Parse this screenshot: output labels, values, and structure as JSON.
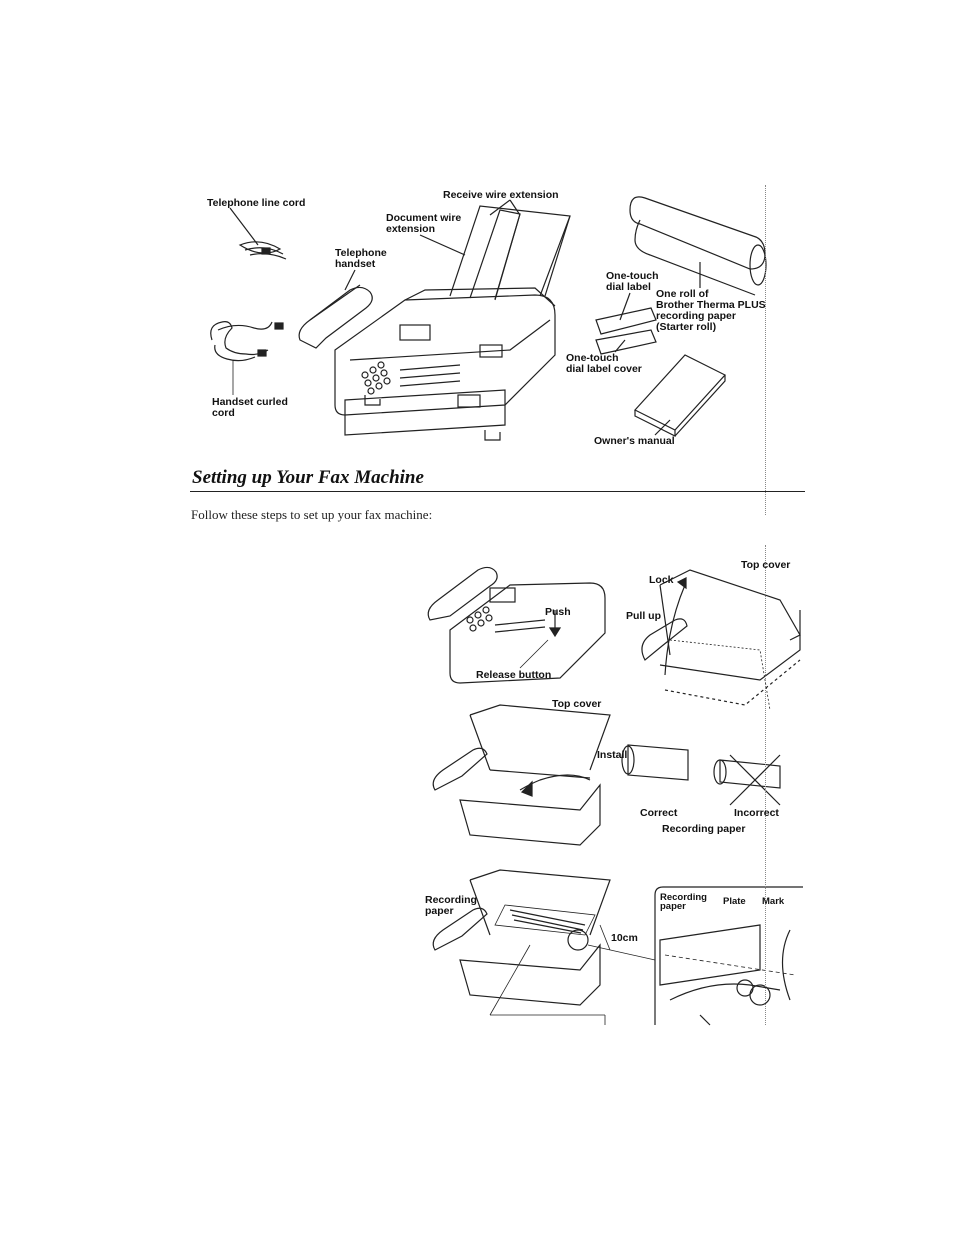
{
  "illustration_parts": {
    "telephone_line_cord": "Telephone line cord",
    "receive_wire_extension": "Receive wire extension",
    "document_wire_extension": "Document wire\nextension",
    "telephone_handset": "Telephone\nhandset",
    "one_touch_dial_label": "One-touch\ndial label",
    "recording_paper_roll": "One roll of\nBrother Therma PLUS\nrecording paper\n(Starter roll)",
    "one_touch_dial_label_cover": "One-touch\ndial label cover",
    "handset_curled_cord": "Handset curled\ncord",
    "owners_manual": "Owner's manual"
  },
  "section": {
    "title": "Setting up Your Fax Machine",
    "intro": "Follow these steps to set up your fax machine:"
  },
  "step_figures": {
    "top_cover_1": "Top cover",
    "lock": "Lock",
    "push": "Push",
    "pull_up": "Pull up",
    "release_button": "Release button",
    "top_cover_2": "Top cover",
    "install": "Install",
    "correct": "Correct",
    "incorrect": "Incorrect",
    "recording_paper_caption": "Recording paper",
    "recording_paper_left": "Recording\npaper",
    "ten_cm": "10cm",
    "recording_paper_detail": "Recording\npaper",
    "plate": "Plate",
    "mark": "Mark"
  }
}
